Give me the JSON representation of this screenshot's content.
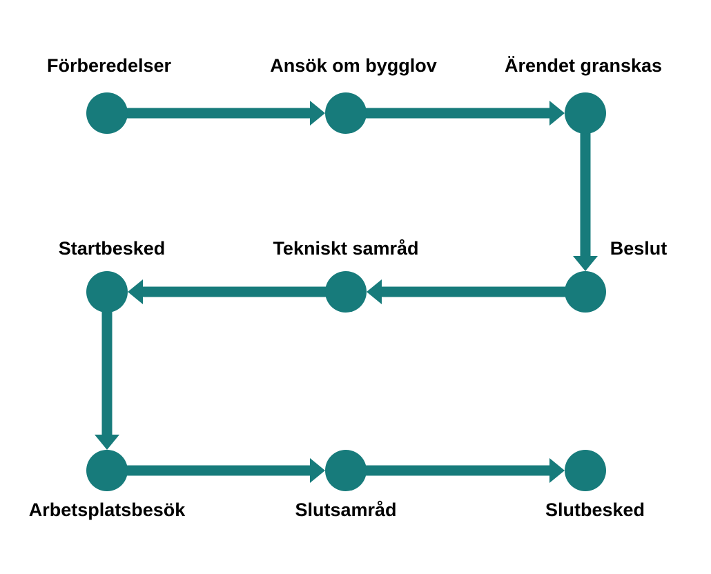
{
  "colors": {
    "accent": "#177B7B",
    "text": "#000000",
    "background": "#FFFFFF"
  },
  "steps": [
    {
      "label": "Förberedelser"
    },
    {
      "label": "Ansök om bygglov"
    },
    {
      "label": "Ärendet granskas"
    },
    {
      "label": "Beslut"
    },
    {
      "label": "Tekniskt samråd"
    },
    {
      "label": "Startbesked"
    },
    {
      "label": "Arbetsplatsbesök"
    },
    {
      "label": "Slutsamråd"
    },
    {
      "label": "Slutbesked"
    }
  ],
  "connections": [
    {
      "from": 0,
      "to": 1
    },
    {
      "from": 1,
      "to": 2
    },
    {
      "from": 2,
      "to": 3
    },
    {
      "from": 3,
      "to": 4
    },
    {
      "from": 4,
      "to": 5
    },
    {
      "from": 5,
      "to": 6
    },
    {
      "from": 6,
      "to": 7
    },
    {
      "from": 7,
      "to": 8
    }
  ]
}
